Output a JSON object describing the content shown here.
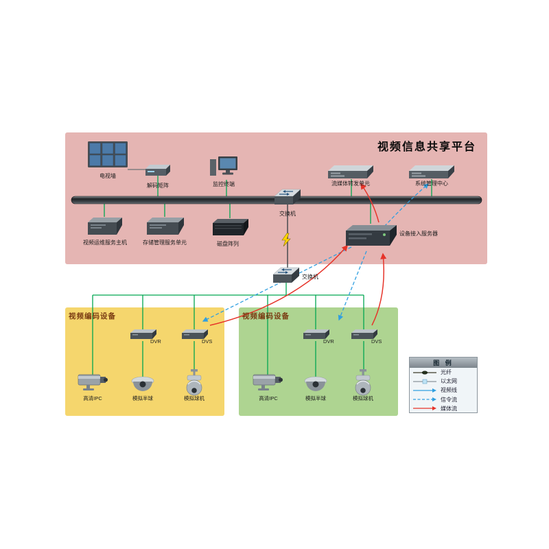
{
  "title": "视频信息共享平台",
  "platform": {
    "tv_wall": "电视墙",
    "decoder": "解码矩阵",
    "monitor": "监控终端",
    "switch_top": "交换机",
    "switch_mid": "交换机",
    "stream_forward": "流媒体转发单元",
    "sys_center": "系统管理中心",
    "ops_host": "视频运维服务主机",
    "storage_unit": "存储管理服务单元",
    "disk_array": "磁盘阵列",
    "access_server": "设备接入服务器"
  },
  "left_region": {
    "title": "视频编码设备",
    "dvr": "DVR",
    "dvs": "DVS",
    "ipc": "高清IPC",
    "dome": "模拟半球",
    "ptz": "模拟球机"
  },
  "right_region": {
    "title": "视频编码设备",
    "dvr": "DVR",
    "dvs": "DVS",
    "ipc": "高清IPC",
    "dome": "模拟半球",
    "ptz": "模拟球机"
  },
  "legend": {
    "title": "图 例",
    "fiber": "光纤",
    "ethernet": "以太网",
    "video_line": "视频线",
    "signal_flow": "信令流",
    "media_flow": "媒体流"
  },
  "colors": {
    "platform_bg": "#e5b5b3",
    "left_region_bg": "#f5d66d",
    "right_region_bg": "#aed491",
    "line_green": "#00a651",
    "line_blue": "#2f9fe0",
    "line_red": "#e63329"
  }
}
